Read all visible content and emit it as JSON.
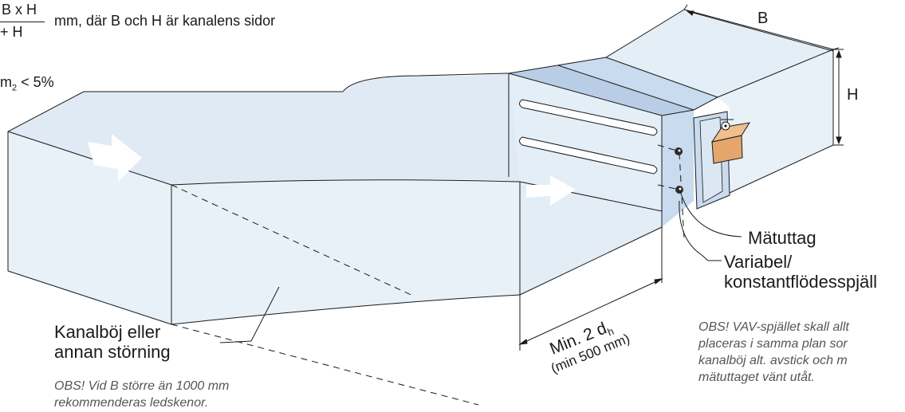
{
  "formula": {
    "numerator": "B x H",
    "denominator": "+ H",
    "description": "mm, där B och H är kanalens sidor"
  },
  "condition": {
    "symbol": "m",
    "subscript": "2",
    "rest": "< 5%"
  },
  "dimensions": {
    "width_label": "B",
    "height_label": "H",
    "min_distance_label": "Min. 2 d",
    "min_distance_subscript": "h",
    "min_distance_mm": "(min 500 mm)"
  },
  "labels": {
    "measurement_port": "Mätuttag",
    "damper_line1": "Variabel/",
    "damper_line2": "konstantflödesspjäll",
    "bend_line1": "Kanalböj eller",
    "bend_line2": "annan störning"
  },
  "notes": {
    "bend_line1": "OBS! Vid B större än 1000 mm",
    "bend_line2": "rekommenderas ledskenor.",
    "vav_line1": "OBS! VAV-spjället skall allt",
    "vav_line2": "placeras i samma plan sor",
    "vav_line3": "kanalböj alt. avstick och m",
    "vav_line4": "mätuttaget vänt utåt."
  },
  "colors": {
    "duct_fill": "#e8f1f8",
    "duct_top": "#dfeaf4",
    "damper_fill": "#c9dbee",
    "actuator": "#e5a66b",
    "outline": "#1a1a1a",
    "note_text": "#555555"
  },
  "icons": [
    "airflow-arrow-icon",
    "airflow-arrow-icon",
    "measurement-port-icon",
    "actuator-icon"
  ]
}
